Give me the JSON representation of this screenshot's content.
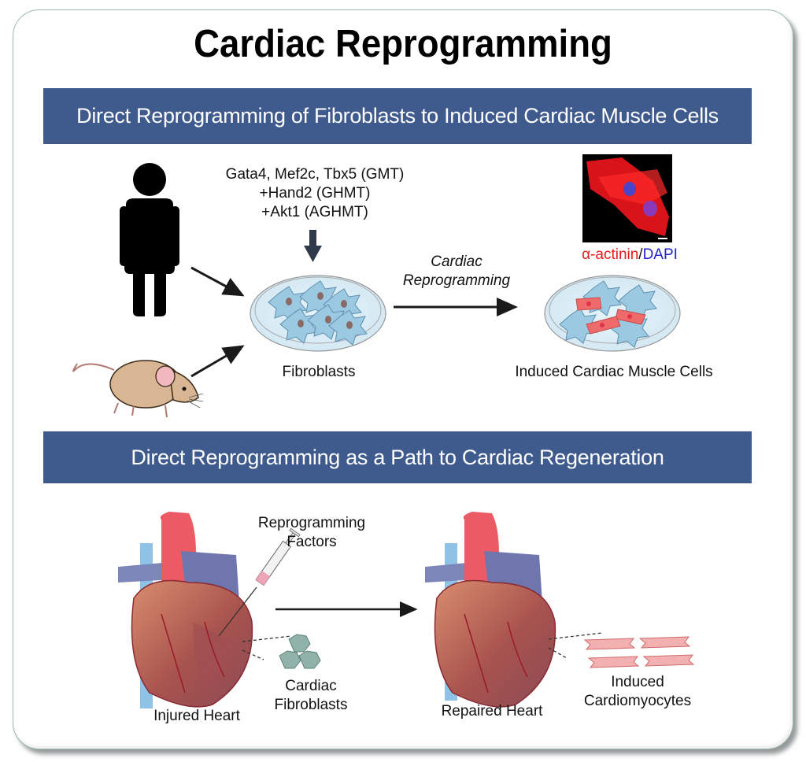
{
  "title": "Cardiac Reprogramming",
  "section1": {
    "banner": "Direct Reprogramming of Fibroblasts to Induced Cardiac Muscle Cells",
    "factors": [
      "Gata4, Mef2c, Tbx5 (GMT)",
      "+Hand2 (GHMT)",
      "+Akt1 (AGHMT)"
    ],
    "sources": [
      "human",
      "mouse"
    ],
    "dish1_label": "Fibroblasts",
    "process_label_line1": "Cardiac",
    "process_label_line2": "Reprogramming",
    "stain_label_red": "α-actinin",
    "stain_label_sep": "/",
    "stain_label_blue": "DAPI",
    "dish2_label": "Induced Cardiac Muscle Cells",
    "colors": {
      "red_stain": "#e8191d",
      "blue_stain": "#2222cc"
    }
  },
  "section2": {
    "banner": "Direct Reprogramming as a Path to Cardiac Regeneration",
    "factors_line1": "Reprogramming",
    "factors_line2": "Factors",
    "heart1_label": "Injured Heart",
    "cells1_line1": "Cardiac",
    "cells1_line2": "Fibroblasts",
    "heart2_label": "Repaired Heart",
    "cells2_line1": "Induced",
    "cells2_line2": "Cardiomyocytes"
  },
  "colors": {
    "banner": "#3f5a8c",
    "fibroblast": "#9cc9e2",
    "cardiomyocyte": "#ef6b6b"
  }
}
